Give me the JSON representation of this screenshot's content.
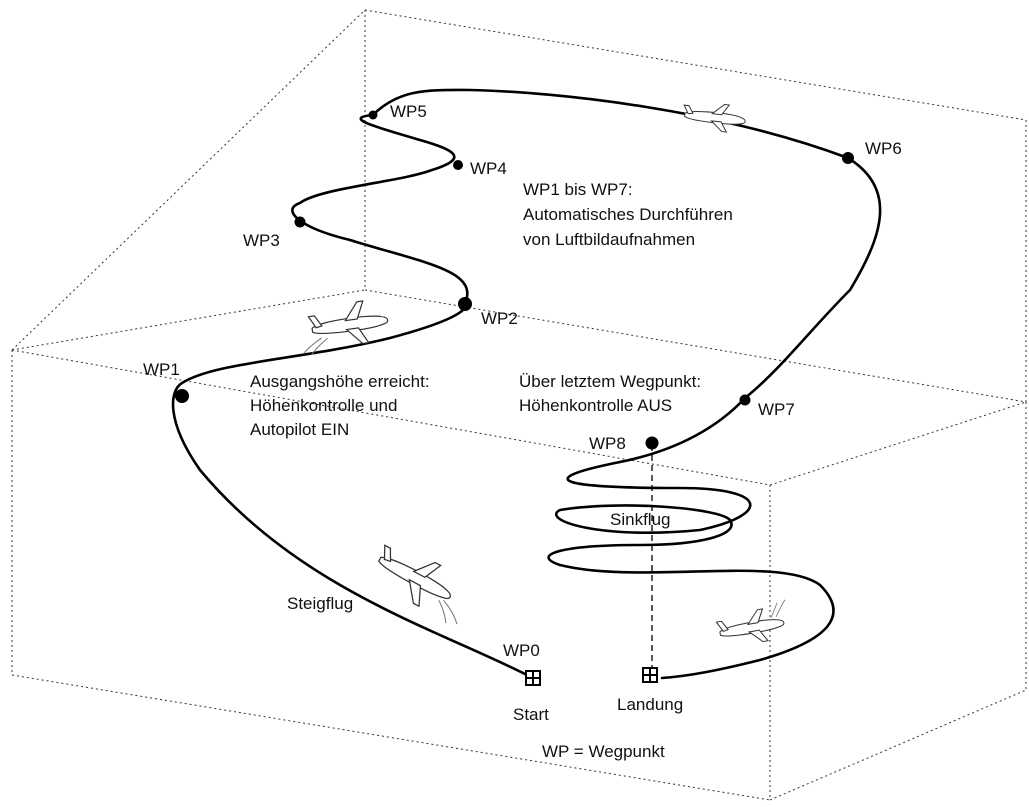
{
  "waypoints": {
    "wp0": "WP0",
    "wp1": "WP1",
    "wp2": "WP2",
    "wp3": "WP3",
    "wp4": "WP4",
    "wp5": "WP5",
    "wp6": "WP6",
    "wp7": "WP7",
    "wp8": "WP8"
  },
  "annotations": {
    "aerial": [
      "WP1 bis WP7:",
      "Automatisches Durchführen",
      "von Luftbildaufnahmen"
    ],
    "altitude_reached": [
      "Ausgangshöhe erreicht:",
      "Höhenkontrolle und",
      "Autopilot EIN"
    ],
    "last_waypoint": [
      "Über letztem Wegpunkt:",
      "Höhenkontrolle AUS"
    ],
    "climb": "Steigflug",
    "descent": "Sinkflug",
    "start": "Start",
    "landing": "Landung",
    "legend": "WP = Wegpunkt"
  },
  "icons": {
    "start_marker": "grid-square-icon",
    "landing_marker": "grid-square-icon",
    "aircraft": "airplane-icon"
  }
}
